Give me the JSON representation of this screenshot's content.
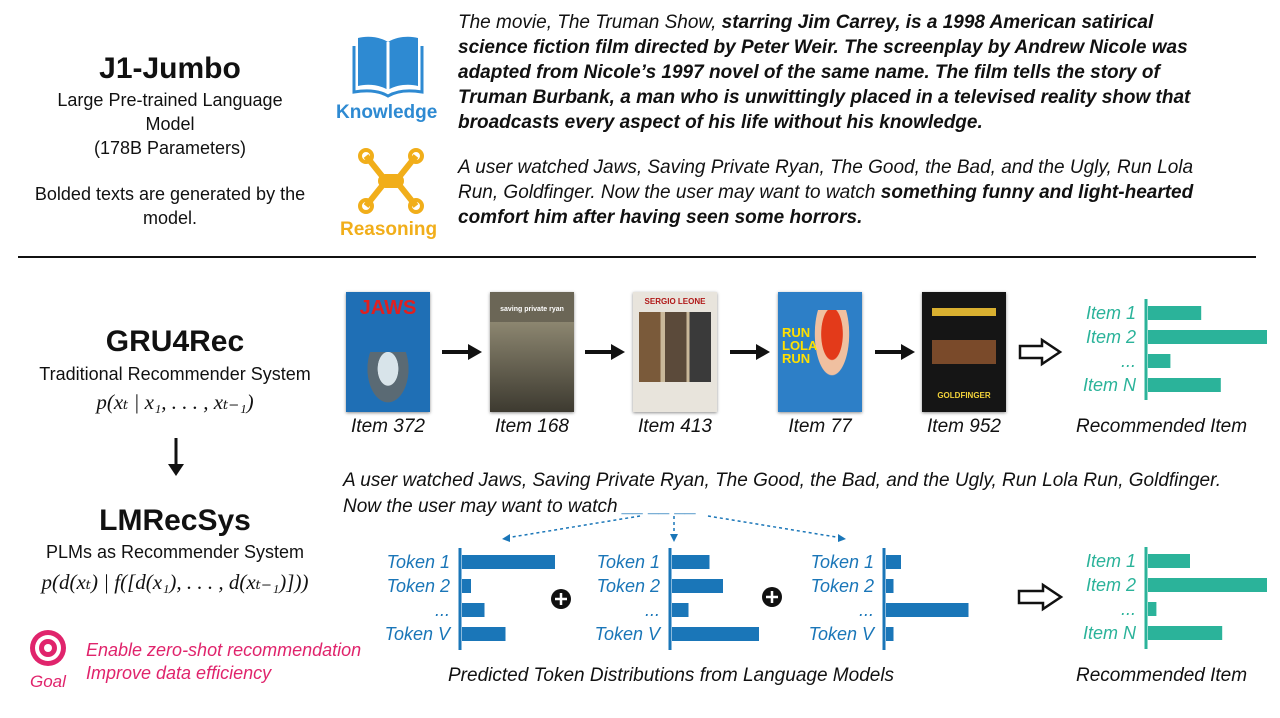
{
  "top": {
    "model_name": "J1-Jumbo",
    "model_desc_1": "Large Pre-trained Language",
    "model_desc_2": "Model",
    "model_params": "(178B Parameters)",
    "note_1": "Bolded texts are generated by the",
    "note_2": "model.",
    "knowledge_label": "Knowledge",
    "reasoning_label": "Reasoning",
    "knowledge_prompt": "The movie, The Truman Show, ",
    "knowledge_generated_1": "starring Jim Carrey, is a 1998 American satirical",
    "knowledge_generated_2": "science fiction film directed by Peter Weir. The screenplay by Andrew Nicole was",
    "knowledge_generated_3": "adapted from Nicole’s 1997 novel of the same name. The film tells the story of",
    "knowledge_generated_4": "Truman Burbank, a man who is unwittingly placed in a televised reality show that",
    "knowledge_generated_5": "broadcasts every aspect of his life without his knowledge.",
    "reasoning_prompt_1": "A user watched Jaws, Saving Private Ryan, The Good, the Bad, and the Ugly, Run Lola",
    "reasoning_prompt_2": "Run, Goldfinger. Now the user may want to watch ",
    "reasoning_generated_1": "something funny and light-hearted",
    "reasoning_generated_2": "comfort him after having seen some horrors."
  },
  "gru4rec": {
    "title": "GRU4Rec",
    "subtitle": "Traditional Recommender System",
    "formula": "p(xₜ | x₁, . . . , xₜ₋₁)"
  },
  "lmrecsys": {
    "title": "LMRecSys",
    "subtitle": "PLMs as Recommender System",
    "formula": "p(d(xₜ) | f([d(x₁), . . . , d(xₜ₋₁)]))"
  },
  "goal": {
    "label": "Goal",
    "line_1": "Enable zero-shot recommendation",
    "line_2": "Improve data efficiency"
  },
  "posters": [
    {
      "title": "JAWS",
      "caption": "Item 372",
      "bg": "#1f6fb5"
    },
    {
      "title": "saving private ryan",
      "caption": "Item 168",
      "bg": "#6b6656"
    },
    {
      "title": "SERGIO LEONE",
      "caption": "Item 413",
      "bg": "#e8e4dc"
    },
    {
      "title": "RUN LOLA RUN",
      "caption": "Item 77",
      "bg": "#2d7fc7"
    },
    {
      "title": "GOLDFINGER",
      "caption": "Item 952",
      "bg": "#151515"
    }
  ],
  "recommended_top": {
    "items": [
      "Item 1",
      "Item 2",
      "...",
      "Item N"
    ],
    "values": [
      0.38,
      0.85,
      0.16,
      0.52
    ],
    "caption": "Recommended Item"
  },
  "lm_prompt_1": "A user watched Jaws, Saving Private Ryan, The Good, the Bad, and the Ugly, Run Lola Run, Goldfinger.",
  "lm_prompt_2": "Now the user may want to watch",
  "lm_blank": "__ __ __",
  "token_dists": [
    {
      "labels": [
        "Token 1",
        "Token 2",
        "...",
        "Token V"
      ],
      "values": [
        0.62,
        0.06,
        0.15,
        0.29
      ]
    },
    {
      "labels": [
        "Token 1",
        "Token 2",
        "...",
        "Token V"
      ],
      "values": [
        0.25,
        0.34,
        0.11,
        0.58
      ]
    },
    {
      "labels": [
        "Token 1",
        "Token 2",
        "...",
        "Token V"
      ],
      "values": [
        0.1,
        0.05,
        0.55,
        0.05
      ]
    }
  ],
  "token_caption": "Predicted Token Distributions from Language Models",
  "recommended_bottom": {
    "items": [
      "Item 1",
      "Item 2",
      "...",
      "Item N"
    ],
    "values": [
      0.3,
      0.85,
      0.06,
      0.53
    ],
    "caption": "Recommended Item"
  },
  "colors": {
    "teal": "#2bb39a",
    "blue": "#1a76b8",
    "pink": "#e0246c",
    "gold": "#f1ae1a",
    "book": "#2e8ad2"
  }
}
